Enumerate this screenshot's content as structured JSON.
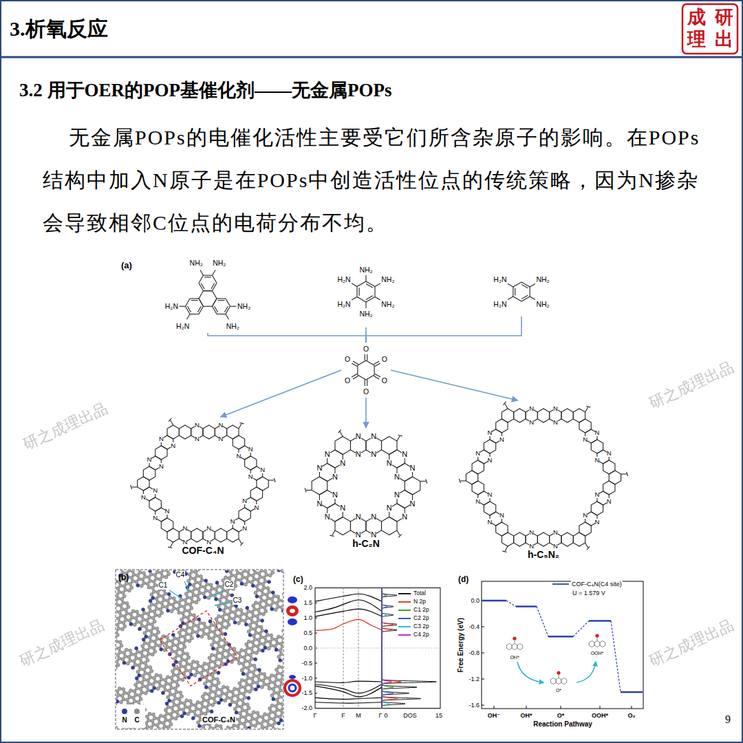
{
  "diagram": {
    "title": "3.析氧反应",
    "nodes": [
      {
        "text": [
          "NH₂",
          "NH₂",
          "H₂N",
          "NH₂",
          "H₂N",
          "NH₂"
        ]
      },
      {
        "text": [
          "NH₂",
          "H₂N",
          "NH₂",
          "H₂N",
          "NH₂",
          "NH₂"
        ]
      },
      {
        "text": [
          "H₂N",
          "NH₂",
          "H₂N",
          "NH₂"
        ]
      },
      {
        "text": [
          "O",
          "O",
          "O",
          "O",
          "O",
          "O"
        ]
      },
      {
        "text": [
          "N",
          "N",
          "N",
          "N",
          "N",
          "N",
          "N",
          "N",
          "N",
          "N",
          "N",
          "N",
          "N",
          "N",
          "N",
          "N",
          "N",
          "N",
          "N",
          "N",
          "N",
          "N",
          "N",
          "N",
          "COF-C₄N"
        ]
      },
      {
        "text": [
          "N",
          "N",
          "N",
          "N",
          "N",
          "N",
          "N",
          "N",
          "N",
          "N",
          "N",
          "N",
          "N",
          "N",
          "N",
          "N",
          "N",
          "N",
          "N",
          "N",
          "N",
          "N",
          "N",
          "N",
          "h-C₂N"
        ]
      },
      {
        "text": [
          "N",
          "N",
          "N",
          "N",
          "N",
          "N",
          "N",
          "N",
          "N",
          "N",
          "N",
          "N",
          "N",
          "N",
          "N",
          "N",
          "N",
          "N",
          "N",
          "N",
          "N",
          "N",
          "N",
          "N",
          "h-C₅N₂"
        ]
      }
    ],
    "edges": [
      {
        "from": 0,
        "to": 3,
        "arrow": "none"
      },
      {
        "from": 1,
        "to": 3,
        "arrow": "none"
      },
      {
        "from": 2,
        "to": 3,
        "arrow": "none"
      },
      {
        "from": 3,
        "to": 4,
        "arrow": "to"
      },
      {
        "from": 3,
        "to": 5,
        "arrow": "to"
      },
      {
        "from": 3,
        "to": 6,
        "arrow": "to"
      }
    ],
    "labels": [
      "3.2 用于OER的POP基催化剂——无金属POPs",
      "无金属POPs的电催化活性主要受它们所含杂原子的影响。在POPs结构中加入N原子是在POPs中创造活性位点的传统策略，因为N掺杂会导致相邻C位点的电荷分布不均。",
      "(a)",
      "(b)",
      "C4",
      "C1",
      "C2",
      "C3",
      "COF-C₄N",
      "(c)",
      "2.0",
      "1.5",
      "1.0",
      "0.5",
      "0.0",
      "-0.5",
      "-1.0",
      "-1.5",
      "-2.0",
      "Γ",
      "F",
      "M",
      "Γ",
      "0",
      "DOS",
      "15",
      "(d)",
      "U = 1.579 V",
      "0.0",
      "-0.4",
      "-0.8",
      "-1.2",
      "-1.6",
      "Free Energy (eV)",
      "OH⁻",
      "OH*",
      "O*",
      "OOH*",
      "O₂",
      "Reaction Pathway",
      "OH*",
      "O*",
      "OOH*",
      "9",
      "研之成理出品",
      "研之成理出品",
      "研之成理出品",
      "研之成理出品",
      "成",
      "研",
      "理",
      "出"
    ],
    "legend": [
      {
        "text": "N",
        "color": "#2c3e9e"
      },
      {
        "text": "C",
        "color": "#8c8c8c"
      },
      {
        "text": "Total"
      },
      {
        "text": "N 2p"
      },
      {
        "text": "C1 2p"
      },
      {
        "text": "C2 2p"
      },
      {
        "text": "C3 2p"
      },
      {
        "text": "C4 2p"
      },
      {
        "text": "COF-C₄N(C4 site)"
      }
    ]
  }
}
